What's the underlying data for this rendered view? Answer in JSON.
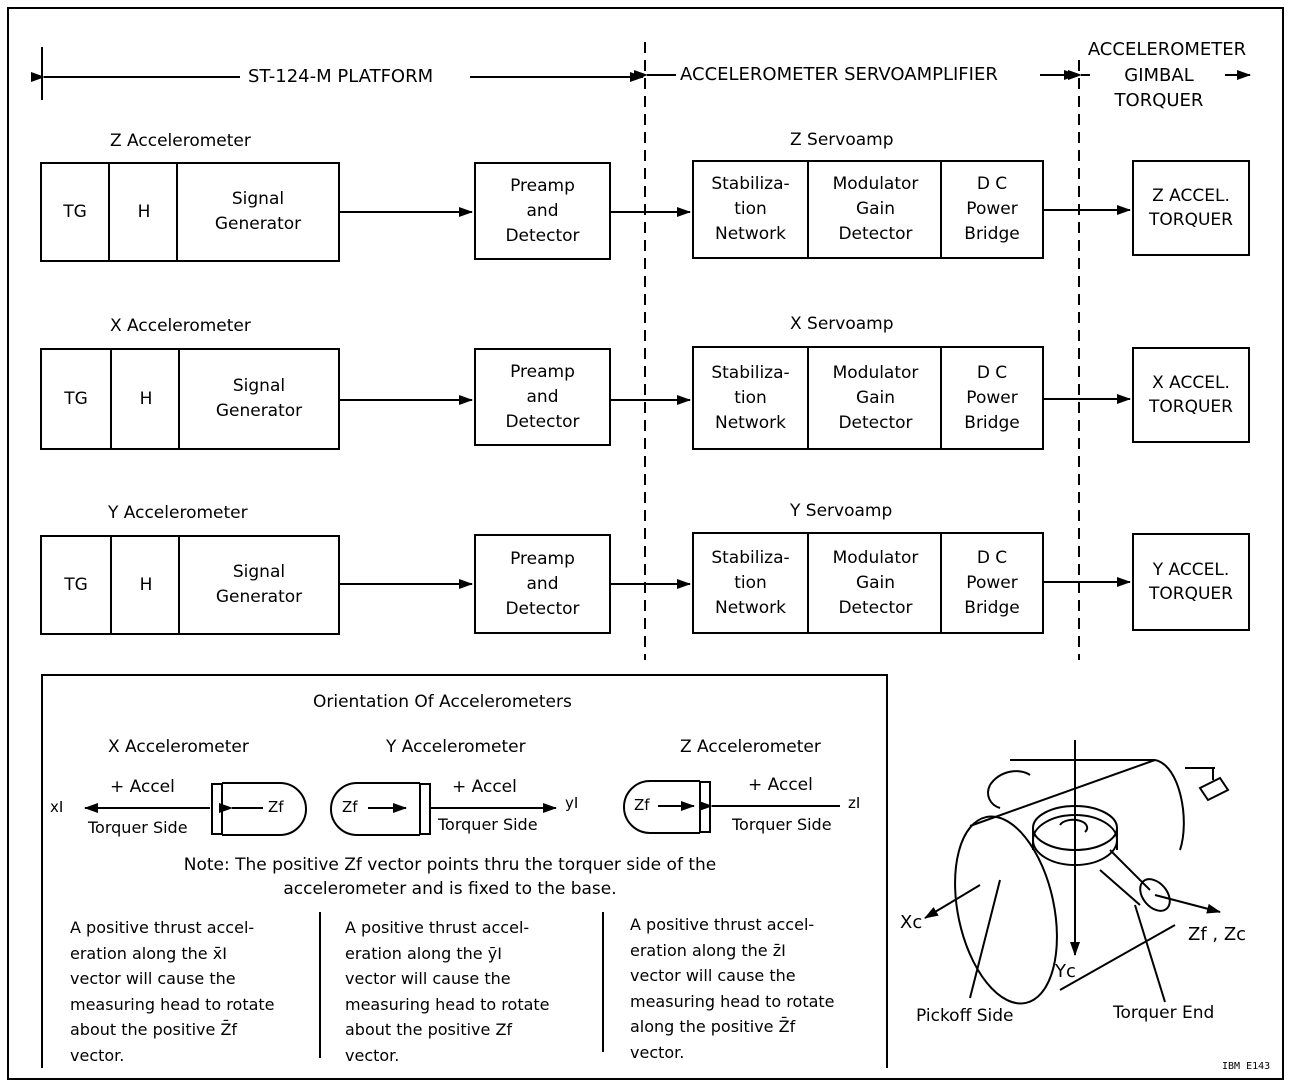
{
  "sections": {
    "platform": "ST-124-M PLATFORM",
    "servoamplifier": "ACCELEROMETER SERVOAMPLIFIER",
    "gimbal_torquer": [
      "ACCELEROMETER",
      "GIMBAL",
      "TORQUER"
    ]
  },
  "channels": [
    {
      "accelerometer_title": "Z Accelerometer",
      "tg": "TG",
      "h": "H",
      "signal_generator": [
        "Signal",
        "Generator"
      ],
      "preamp": [
        "Preamp",
        "and",
        "Detector"
      ],
      "servoamp_title": "Z Servoamp",
      "stabilization": [
        "Stabiliza-",
        "tion",
        "Network"
      ],
      "modulator": [
        "Modulator",
        "Gain",
        "Detector"
      ],
      "power_bridge": [
        "D C",
        "Power",
        "Bridge"
      ],
      "torquer": [
        "Z ACCEL.",
        "TORQUER"
      ]
    },
    {
      "accelerometer_title": "X Accelerometer",
      "tg": "TG",
      "h": "H",
      "signal_generator": [
        "Signal",
        "Generator"
      ],
      "preamp": [
        "Preamp",
        "and",
        "Detector"
      ],
      "servoamp_title": "X Servoamp",
      "stabilization": [
        "Stabiliza-",
        "tion",
        "Network"
      ],
      "modulator": [
        "Modulator",
        "Gain",
        "Detector"
      ],
      "power_bridge": [
        "D C",
        "Power",
        "Bridge"
      ],
      "torquer": [
        "X ACCEL.",
        "TORQUER"
      ]
    },
    {
      "accelerometer_title": "Y Accelerometer",
      "tg": "TG",
      "h": "H",
      "signal_generator": [
        "Signal",
        "Generator"
      ],
      "preamp": [
        "Preamp",
        "and",
        "Detector"
      ],
      "servoamp_title": "Y Servoamp",
      "stabilization": [
        "Stabiliza-",
        "tion",
        "Network"
      ],
      "modulator": [
        "Modulator",
        "Gain",
        "Detector"
      ],
      "power_bridge": [
        "D C",
        "Power",
        "Bridge"
      ],
      "torquer": [
        "Y ACCEL.",
        "TORQUER"
      ]
    }
  ],
  "orientation": {
    "title": "Orientation Of Accelerometers",
    "x": {
      "title": "X Accelerometer",
      "accel": "+ Accel",
      "side": "Torquer Side",
      "vector": "Zf",
      "axis": "xI"
    },
    "y": {
      "title": "Y Accelerometer",
      "accel": "+ Accel",
      "side": "Torquer Side",
      "vector": "Zf",
      "axis": "yI"
    },
    "z": {
      "title": "Z Accelerometer",
      "accel": "+ Accel",
      "side": "Torquer Side",
      "vector": "Zf",
      "axis": "zI"
    },
    "note": [
      "Note:  The positive Zf vector points thru the torquer side of the",
      "accelerometer and is fixed to the base."
    ],
    "paragraphs": [
      [
        "A positive  thrust  accel-",
        "eration along the x̄I",
        "vector will cause the",
        "measuring head to rotate",
        "about the positive Z̄f",
        "vector."
      ],
      [
        "A positive thrust accel-",
        "eration along the ȳI",
        "vector will cause the",
        "measuring head to rotate",
        "about the positive Zf",
        "vector."
      ],
      [
        "A positive thrust accel-",
        "eration along the z̄I",
        "vector will cause the",
        "measuring head to rotate",
        "along the positive Z̄f",
        "vector."
      ]
    ]
  },
  "gimbal": {
    "xc": "Xc",
    "yc": "Yc",
    "zfzc": "Zf , Zc",
    "pickoff": "Pickoff Side",
    "torquer_end": "Torquer End"
  },
  "figure_id": "IBM E143"
}
